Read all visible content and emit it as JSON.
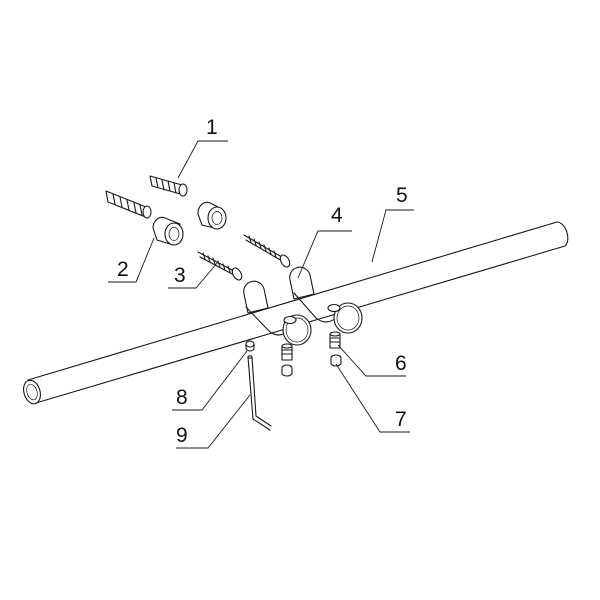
{
  "diagram": {
    "colors": {
      "ink": "#1a1a1a",
      "background": "#ffffff"
    },
    "parts": [
      {
        "id": "part-1",
        "number": "1"
      },
      {
        "id": "part-2",
        "number": "2"
      },
      {
        "id": "part-3",
        "number": "3"
      },
      {
        "id": "part-4",
        "number": "4"
      },
      {
        "id": "part-5",
        "number": "5"
      },
      {
        "id": "part-6",
        "number": "6"
      },
      {
        "id": "part-7",
        "number": "7"
      },
      {
        "id": "part-8",
        "number": "8"
      },
      {
        "id": "part-9",
        "number": "9"
      }
    ]
  }
}
